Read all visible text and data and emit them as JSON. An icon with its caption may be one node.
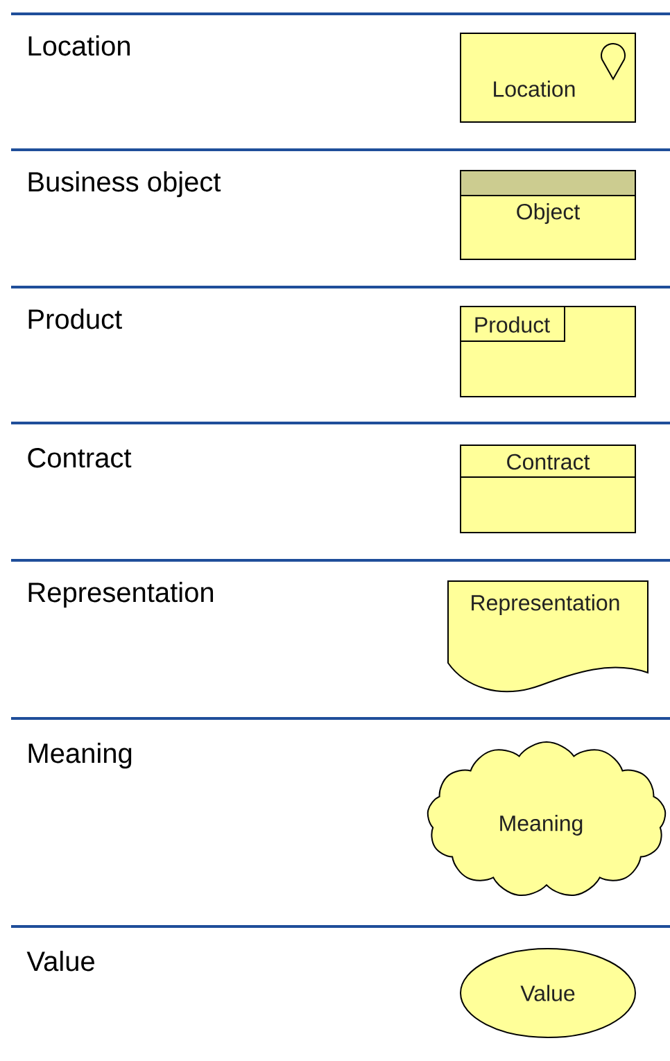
{
  "diagram": {
    "nodes": [
      {
        "text": [
          "Location"
        ]
      },
      {
        "text": [
          "Object"
        ]
      },
      {
        "text": [
          "Product"
        ]
      },
      {
        "text": [
          "Contract"
        ]
      },
      {
        "text": [
          "Representation"
        ]
      },
      {
        "text": [
          "Meaning"
        ]
      },
      {
        "text": [
          "Value"
        ]
      }
    ],
    "labels": [
      "Location",
      "Business object",
      "Product",
      "Contract",
      "Representation",
      "Meaning",
      "Value"
    ]
  }
}
